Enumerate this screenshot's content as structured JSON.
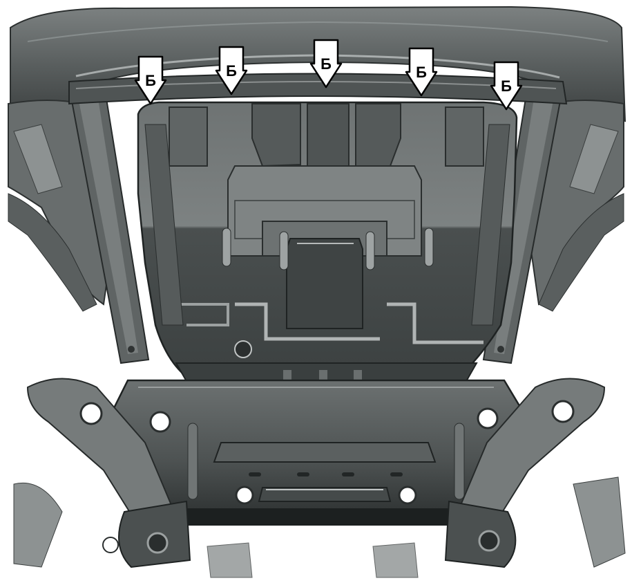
{
  "diagram": {
    "markers": [
      {
        "label": "Б"
      },
      {
        "label": "Б"
      },
      {
        "label": "Б"
      },
      {
        "label": "Б"
      },
      {
        "label": "Б"
      }
    ],
    "colors": {
      "metal_dark": "#3f4343",
      "metal_mid": "#6d7272",
      "metal_light": "#a9adad",
      "highlight": "#d7dada",
      "plate_dark": "#3b4040",
      "plate_mid": "#5d6262",
      "plate_light": "#9aa0a0",
      "background": "#ffffff",
      "arrow_fill": "#ffffff",
      "arrow_stroke": "#000000"
    }
  }
}
